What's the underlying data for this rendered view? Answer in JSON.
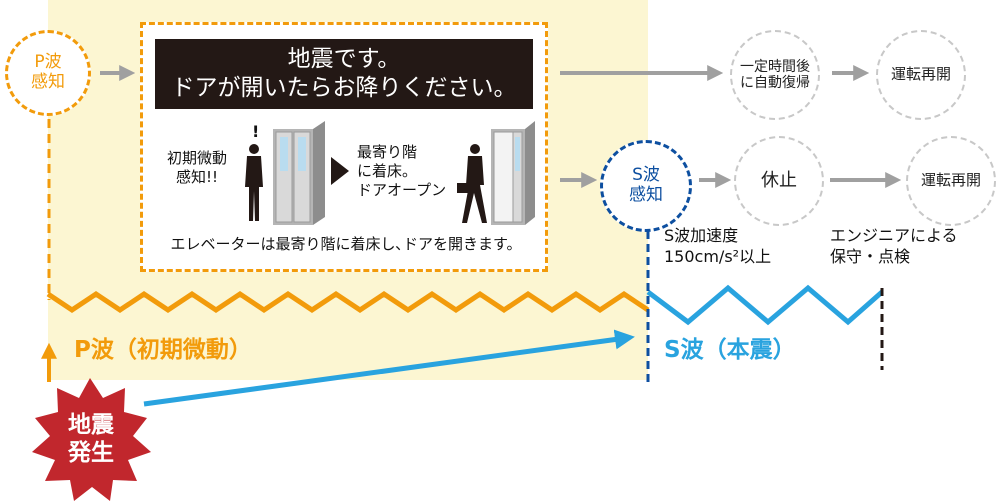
{
  "colors": {
    "p_wave": "#f29b0b",
    "s_wave": "#29a3df",
    "s_detect": "#0d4fa0",
    "arrow_grey": "#a0a0a0",
    "panel_bg": "#fcf6d2",
    "burst": "#c1272d"
  },
  "p_detect": {
    "line1": "P波",
    "line2": "感知"
  },
  "notice": {
    "banner_line1": "地震です。",
    "banner_line2": "ドアが開いたらお降りください。",
    "left_label_line1": "初期微動",
    "left_label_line2": "感知!!",
    "exclaim": "!",
    "right_label_line1": "最寄り階",
    "right_label_line2": "に着床。",
    "right_label_line3": "ドアオープン",
    "caption": "エレベーターは最寄り階に着床し､ドアを開きます。"
  },
  "top_row": {
    "auto_recover_line1": "一定時間後",
    "auto_recover_line2": "に自動復帰",
    "resume": "運転再開"
  },
  "s_detect": {
    "line1": "S波",
    "line2": "感知"
  },
  "mid_row": {
    "stop": "休止",
    "resume": "運転再開"
  },
  "notes": {
    "accel_line1": "S波加速度",
    "accel_line2": "150cm/s²以上",
    "maint_line1": "エンジニアによる",
    "maint_line2": "保守・点検"
  },
  "waves": {
    "p_label": "P波（初期微動）",
    "s_label": "S波（本震）"
  },
  "quake": {
    "line1": "地震",
    "line2": "発生"
  }
}
